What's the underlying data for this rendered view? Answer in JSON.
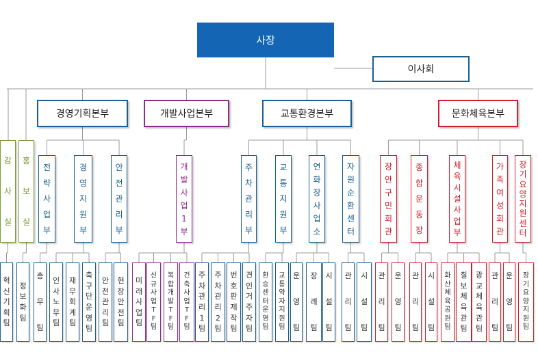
{
  "colors": {
    "line": "#9a9a9a",
    "blue": "#1a5f8f",
    "purple": "#8e2a8e",
    "red": "#d21e2b",
    "green": "#7a9a2e",
    "ceo_bg": "#1465b4"
  },
  "ceo": "사장",
  "board": "이사회",
  "headquarters": [
    {
      "label": "경영기획본부",
      "color": "blue"
    },
    {
      "label": "개발사업본부",
      "color": "purple"
    },
    {
      "label": "교통환경본부",
      "color": "blue"
    },
    {
      "label": "문화체육본부",
      "color": "red"
    }
  ],
  "divisions": [
    {
      "label": "감사실",
      "color": "green"
    },
    {
      "label": "홍보실",
      "color": "green"
    },
    {
      "label": "전략사업부",
      "color": "blue"
    },
    {
      "label": "경영지원부",
      "color": "blue"
    },
    {
      "label": "안전관리부",
      "color": "blue"
    },
    {
      "label": "개발사업1부",
      "color": "purple"
    },
    {
      "label": "주차관리부",
      "color": "blue"
    },
    {
      "label": "교통지원부",
      "color": "blue"
    },
    {
      "label": "연화장사업소",
      "color": "blue"
    },
    {
      "label": "자원순환센터",
      "color": "blue"
    },
    {
      "label": "장안구민회관",
      "color": "red"
    },
    {
      "label": "종합운동장",
      "color": "red"
    },
    {
      "label": "체육시설사업부",
      "color": "red"
    },
    {
      "label": "가족여성회관",
      "color": "red"
    },
    {
      "label": "장기요양지원센터",
      "color": "red"
    }
  ],
  "teams": [
    {
      "label": "혁신기획팀",
      "color": "blue"
    },
    {
      "label": "정보화팀",
      "color": "blue"
    },
    {
      "label": "총무팀",
      "color": "blue"
    },
    {
      "label": "인사노무팀",
      "color": "blue"
    },
    {
      "label": "재무회계팀",
      "color": "blue"
    },
    {
      "label": "축구단운영팀",
      "color": "blue"
    },
    {
      "label": "안전관리팀",
      "color": "blue"
    },
    {
      "label": "현장안전팀",
      "color": "blue"
    },
    {
      "label": "미래사업팀",
      "color": "purple"
    },
    {
      "label": "신규사업TF팀",
      "color": "purple"
    },
    {
      "label": "복합개발TF팀",
      "color": "purple"
    },
    {
      "label": "건축사업TF팀",
      "color": "purple"
    },
    {
      "label": "주차관리1팀",
      "color": "blue"
    },
    {
      "label": "주차관리2팀",
      "color": "blue"
    },
    {
      "label": "번호판제작팀",
      "color": "blue"
    },
    {
      "label": "견인거주자팀",
      "color": "blue"
    },
    {
      "label": "환승센터운영팀",
      "color": "blue"
    },
    {
      "label": "교통약자지원팀",
      "color": "blue"
    },
    {
      "label": "운영팀",
      "color": "blue"
    },
    {
      "label": "장례팀",
      "color": "blue"
    },
    {
      "label": "시설팀",
      "color": "blue"
    },
    {
      "label": "관리팀",
      "color": "blue"
    },
    {
      "label": "시설팀",
      "color": "blue"
    },
    {
      "label": "관리팀",
      "color": "red"
    },
    {
      "label": "운영팀",
      "color": "red"
    },
    {
      "label": "관리팀",
      "color": "red"
    },
    {
      "label": "시설팀",
      "color": "red"
    },
    {
      "label": "화산체육공원팀",
      "color": "red"
    },
    {
      "label": "칠보체육관팀",
      "color": "red"
    },
    {
      "label": "광교체육관팀",
      "color": "red"
    },
    {
      "label": "관리팀",
      "color": "red"
    },
    {
      "label": "운영팀",
      "color": "red"
    },
    {
      "label": "장기요양지원팀",
      "color": "red"
    }
  ]
}
